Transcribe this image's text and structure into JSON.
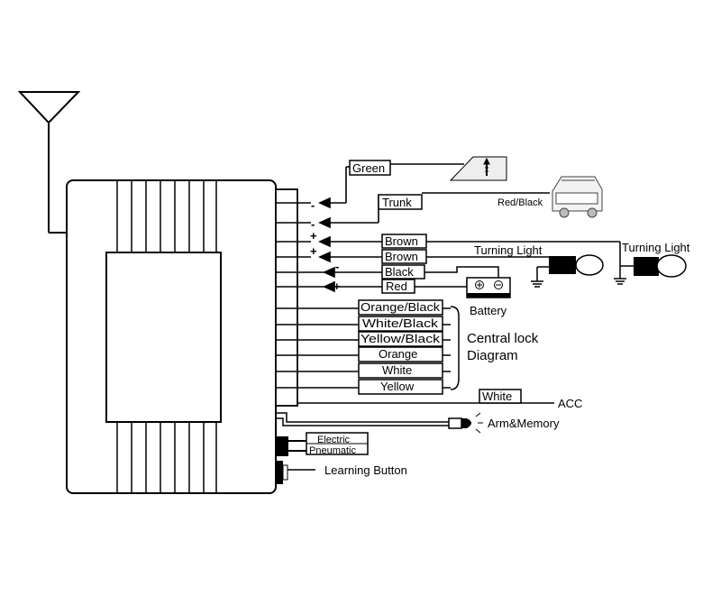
{
  "wire_labels": {
    "green": "Green",
    "trunk": "Trunk",
    "brown1": "Brown",
    "brown2": "Brown",
    "black": "Black",
    "red": "Red",
    "orange_black": "Orange/Black",
    "white_black": "White/Black",
    "yellow_black": "Yellow/Black",
    "orange": "Orange",
    "white": "White",
    "yellow": "Yellow",
    "acc_white": "White",
    "electric": "Electric",
    "pneumatic": "Pneumatic"
  },
  "polarity": {
    "p1": "-",
    "p2": "-",
    "p3": "+",
    "p4": "+",
    "p5": "-",
    "p6": "+"
  },
  "callouts": {
    "red_black": "Red/Black",
    "turning_light_1": "Turning Light",
    "turning_light_2": "Turning Light",
    "battery": "Battery",
    "central_lock_line1": "Central lock",
    "central_lock_line2": "Diagram",
    "acc": "ACC",
    "arm_memory": "Arm&Memory",
    "learning_button": "Learning Button"
  },
  "icons": [
    "antenna-icon",
    "door-lock-icon",
    "car-trunk-icon",
    "lamp-icon",
    "battery-icon",
    "led-icon",
    "ground-icon",
    "push-button-icon"
  ]
}
